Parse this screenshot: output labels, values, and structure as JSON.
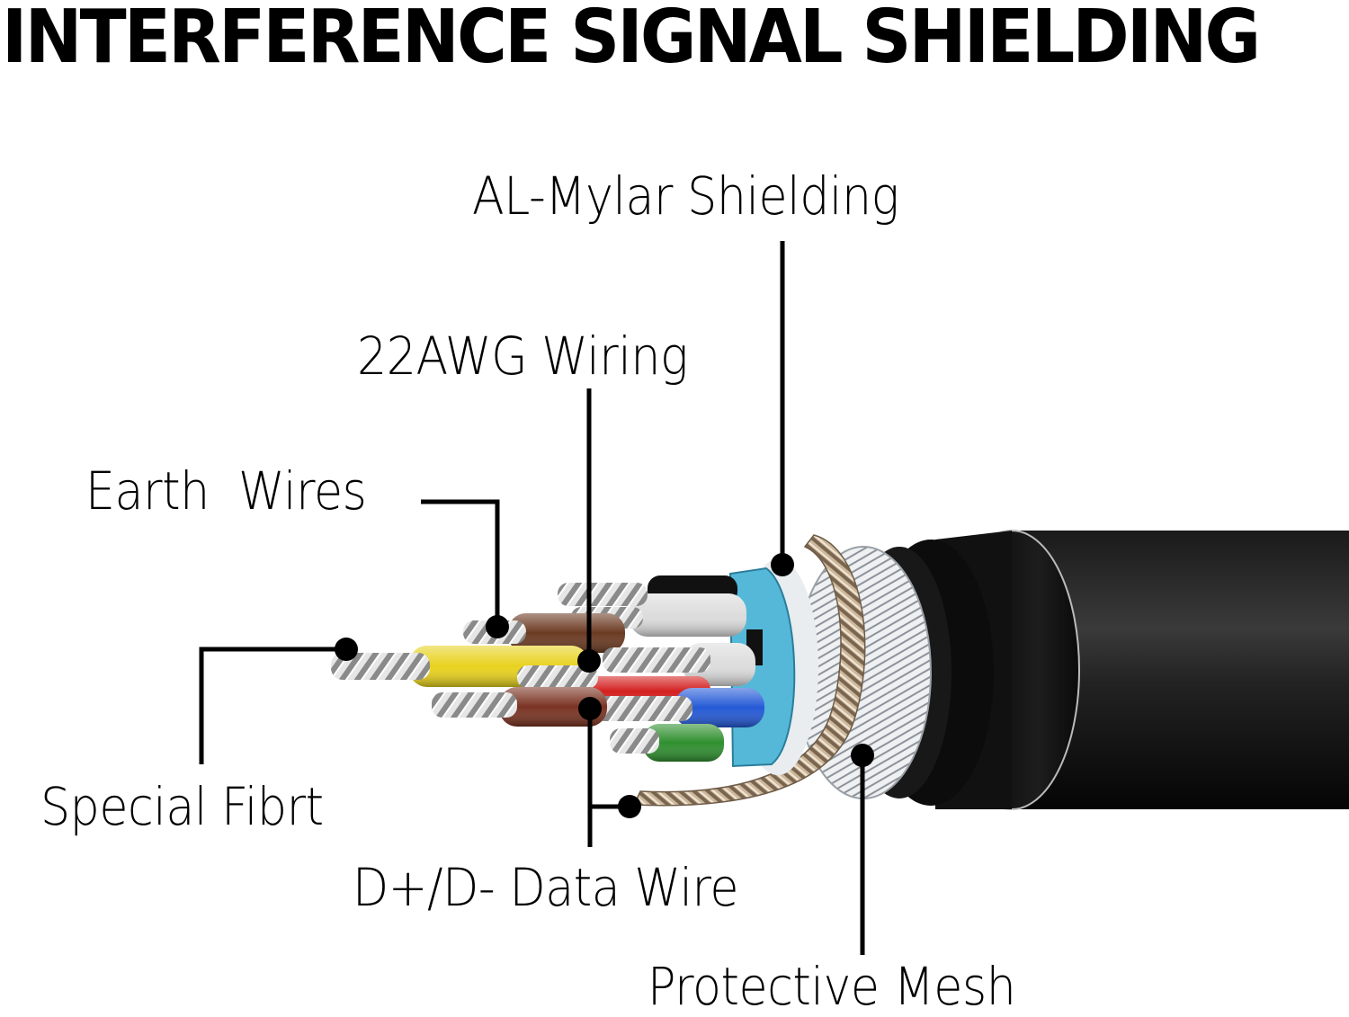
{
  "title": "INTERFERENCE SIGNAL SHIELDING",
  "labels": {
    "al_mylar": "AL-Mylar Shielding",
    "awg_wiring": "22AWG Wiring",
    "earth_wires": "Earth  Wires",
    "special_fiber": "Special Fibrt",
    "data_wire": "D+/D- Data Wire",
    "protective_mesh": "Protective Mesh"
  },
  "colors": {
    "jacket": "#0b0b0b",
    "wire_yellow": "#e8d21e",
    "wire_brown": "#6b3a22",
    "wire_red": "#d42020",
    "wire_blue": "#2459d6",
    "wire_green": "#2f8f2f",
    "wire_white": "#dcdcdc",
    "wire_black": "#111111",
    "foil_blue": "#55b8d8",
    "braid": "#b8a58c",
    "mesh": "#cfd3d8"
  },
  "components": [
    "Special Fibrt",
    "Earth Wires",
    "22AWG Wiring",
    "AL-Mylar Shielding",
    "D+/D- Data Wire",
    "Protective Mesh"
  ]
}
